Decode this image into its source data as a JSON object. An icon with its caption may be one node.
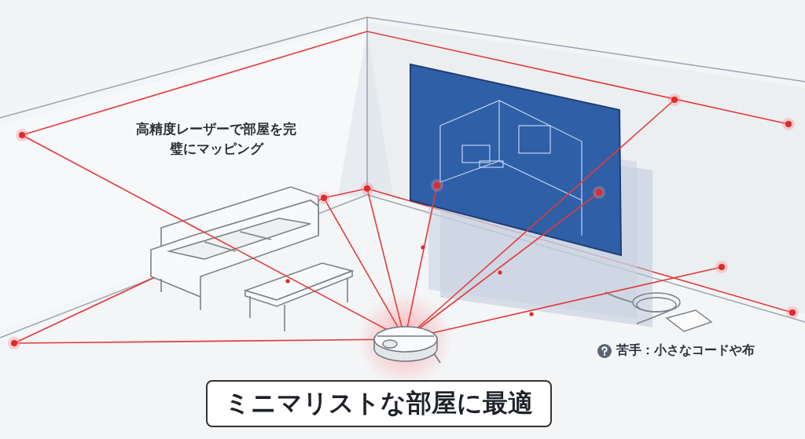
{
  "diagram": {
    "title": "ミニマリストな部屋に最適",
    "labels": [
      "高精度レーザーで部屋を完璧にマッピング",
      "苦手：小さなコードや布"
    ]
  }
}
